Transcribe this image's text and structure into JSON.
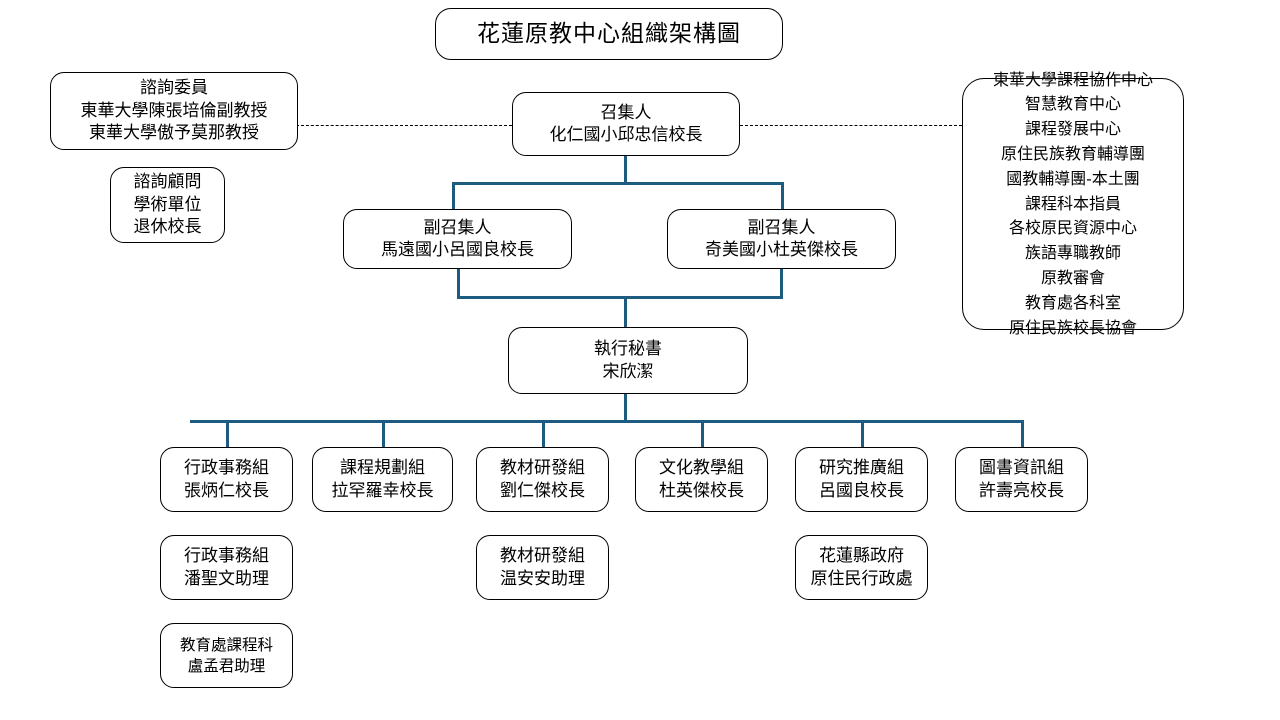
{
  "chart_title": "花蓮原教中心組織架構圖",
  "colors": {
    "connector": "#1d5b80",
    "box_border": "#000000",
    "background": "#ffffff",
    "text": "#000000",
    "dashed_link": "#000000"
  },
  "title_box": {
    "label": "花蓮原教中心組織架構圖"
  },
  "advisory": {
    "committee": {
      "line1": "諮詢委員",
      "line2": "東華大學陳張培倫副教授",
      "line3": "東華大學傲予莫那教授"
    },
    "consultant": {
      "line1": "諮詢顧問",
      "line2": "學術單位",
      "line3": "退休校長"
    }
  },
  "partners_panel": {
    "items": [
      "東華大學課程協作中心",
      "智慧教育中心",
      "課程發展中心",
      "原住民族教育輔導團",
      "國教輔導團-本土團",
      "課程科本指員",
      "各校原民資源中心",
      "族語專職教師",
      "原教審會",
      "教育處各科室",
      "原住民族校長協會"
    ]
  },
  "convener": {
    "role": "召集人",
    "name": "化仁國小邱忠信校長"
  },
  "deputy_conveners": [
    {
      "role": "副召集人",
      "name": "馬遠國小呂國良校長"
    },
    {
      "role": "副召集人",
      "name": "奇美國小杜英傑校長"
    }
  ],
  "executive_secretary": {
    "role": "執行秘書",
    "name": "宋欣潔"
  },
  "groups": [
    {
      "role": "行政事務組",
      "name": "張炳仁校長",
      "subs": [
        {
          "role": "行政事務組",
          "name": "潘聖文助理",
          "small": false
        },
        {
          "role": "教育處課程科",
          "name": "盧孟君助理",
          "small": true
        }
      ]
    },
    {
      "role": "課程規劃組",
      "name": "拉罕羅幸校長",
      "subs": []
    },
    {
      "role": "教材研發組",
      "name": "劉仁傑校長",
      "subs": [
        {
          "role": "教材研發組",
          "name": "温安安助理",
          "small": false
        }
      ]
    },
    {
      "role": "文化教學組",
      "name": "杜英傑校長",
      "subs": []
    },
    {
      "role": "研究推廣組",
      "name": "呂國良校長",
      "subs": [
        {
          "role": "花蓮縣政府",
          "name": "原住民行政處",
          "small": false
        }
      ]
    },
    {
      "role": "圖書資訊組",
      "name": "許壽亮校長",
      "subs": []
    }
  ]
}
